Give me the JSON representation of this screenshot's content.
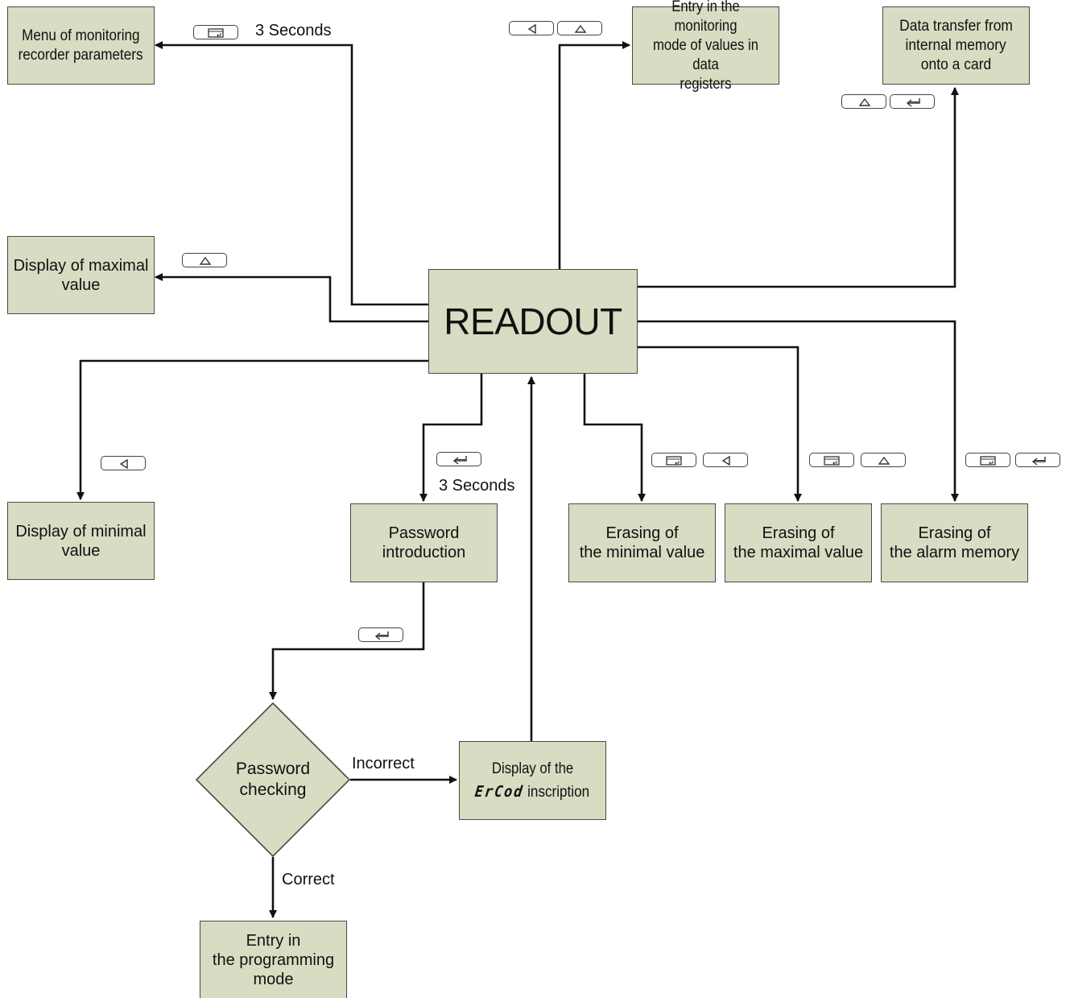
{
  "diagram": {
    "readout": "READOUT",
    "boxes": {
      "menu_recorder": [
        "Menu of monitoring",
        "recorder parameters"
      ],
      "monitoring_mode": [
        "Entry in the monitoring",
        "mode of values in data",
        "registers"
      ],
      "data_transfer": [
        "Data transfer from",
        "internal memory",
        "onto a card"
      ],
      "display_max": [
        "Display of maximal",
        "value"
      ],
      "display_min": [
        "Display of minimal",
        "value"
      ],
      "password_intro": [
        "Password",
        "introduction"
      ],
      "erase_min": [
        "Erasing of",
        "the minimal value"
      ],
      "erase_max": [
        "Erasing of",
        "the maximal value"
      ],
      "erase_alarm": [
        "Erasing of",
        "the alarm memory"
      ],
      "error_display": {
        "line1": "Display of the",
        "code": "ErCod",
        "suffix": "inscription"
      },
      "programming_mode": [
        "Entry in",
        "the programming",
        "mode"
      ]
    },
    "decision": [
      "Password",
      "checking"
    ],
    "labels": {
      "three_seconds_top": "3 Seconds",
      "three_seconds_password": "3 Seconds",
      "incorrect": "Incorrect",
      "correct": "Correct"
    },
    "keys": {
      "menu_recorder": [
        "menu-key"
      ],
      "monitoring_mode": [
        "left-key",
        "up-key"
      ],
      "data_transfer": [
        "up-key",
        "enter-key"
      ],
      "display_max": [
        "up-key"
      ],
      "display_min": [
        "left-key"
      ],
      "password_intro": [
        "enter-key"
      ],
      "password_confirm": [
        "enter-key"
      ],
      "erase_min": [
        "menu-key",
        "left-key"
      ],
      "erase_max": [
        "menu-key",
        "up-key"
      ],
      "erase_alarm": [
        "menu-key",
        "enter-key"
      ]
    },
    "colors": {
      "box_fill": "#d8dcc2",
      "box_border": "#4a4a44",
      "line": "#111111",
      "background": "#ffffff"
    }
  }
}
